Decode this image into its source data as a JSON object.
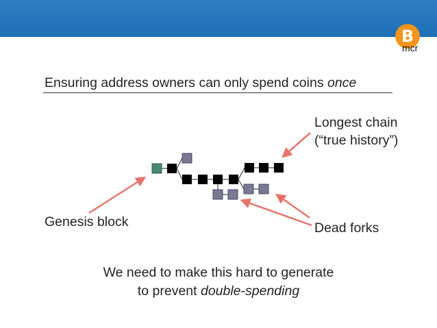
{
  "slide": {
    "title_prefix": "Ensuring address owners can only spend coins ",
    "title_emphasis": "once",
    "logo": {
      "glyph": "B",
      "text": "mcr",
      "color": "#f7941d"
    },
    "labels": {
      "longest_chain_line1": "Longest chain",
      "longest_chain_line2": "(“true history”)",
      "genesis": "Genesis block",
      "dead_forks": "Dead forks"
    },
    "caption": {
      "line1": "We need to make this hard to generate",
      "line2_prefix": "to prevent ",
      "line2_emphasis": "double-spending"
    },
    "colors": {
      "header": "#1e6fb6",
      "genesis_block": "#4a8a73",
      "main_chain_block": "#000000",
      "dead_fork_block": "#7a7892",
      "arrow": "#e8736b"
    }
  }
}
